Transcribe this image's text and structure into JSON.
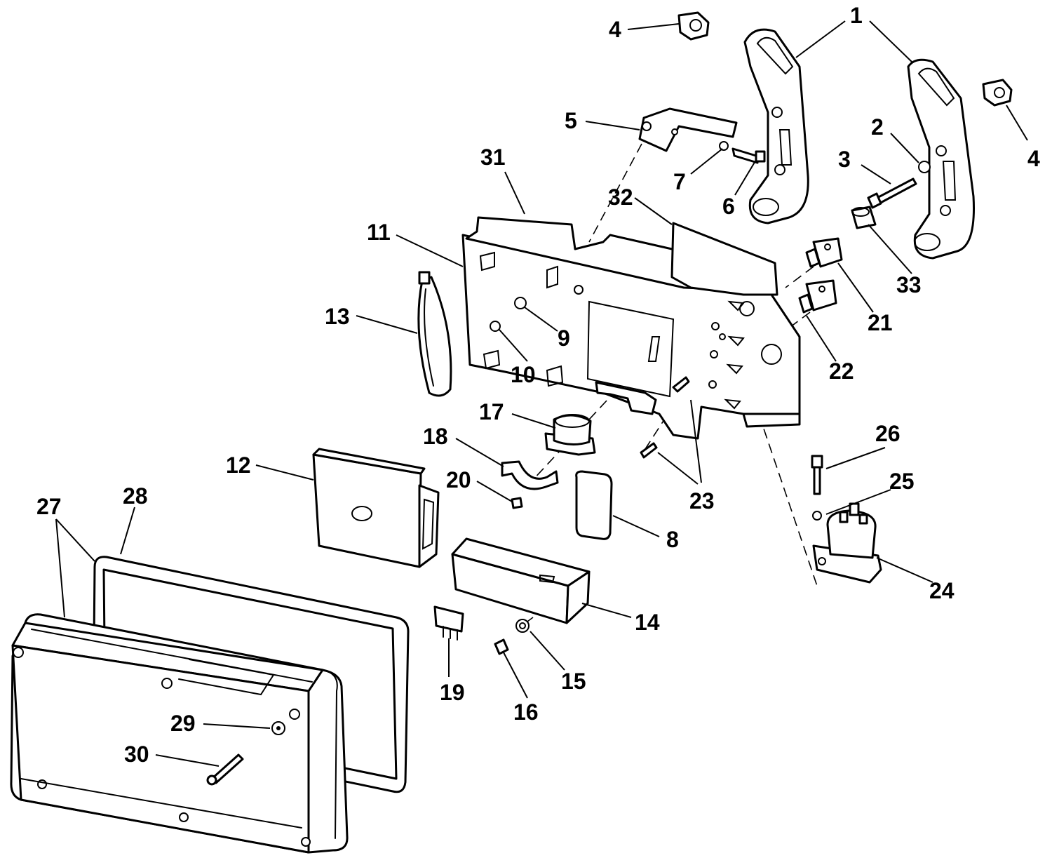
{
  "diagram": {
    "callouts": [
      {
        "id": "c1",
        "text": "1"
      },
      {
        "id": "c2",
        "text": "2"
      },
      {
        "id": "c3",
        "text": "3"
      },
      {
        "id": "c4a",
        "text": "4"
      },
      {
        "id": "c4b",
        "text": "4"
      },
      {
        "id": "c5",
        "text": "5"
      },
      {
        "id": "c6",
        "text": "6"
      },
      {
        "id": "c7",
        "text": "7"
      },
      {
        "id": "c8",
        "text": "8"
      },
      {
        "id": "c9",
        "text": "9"
      },
      {
        "id": "c10",
        "text": "10"
      },
      {
        "id": "c11",
        "text": "11"
      },
      {
        "id": "c12",
        "text": "12"
      },
      {
        "id": "c13",
        "text": "13"
      },
      {
        "id": "c14",
        "text": "14"
      },
      {
        "id": "c15",
        "text": "15"
      },
      {
        "id": "c16",
        "text": "16"
      },
      {
        "id": "c17",
        "text": "17"
      },
      {
        "id": "c18",
        "text": "18"
      },
      {
        "id": "c19",
        "text": "19"
      },
      {
        "id": "c20",
        "text": "20"
      },
      {
        "id": "c21",
        "text": "21"
      },
      {
        "id": "c22",
        "text": "22"
      },
      {
        "id": "c23",
        "text": "23"
      },
      {
        "id": "c24",
        "text": "24"
      },
      {
        "id": "c25",
        "text": "25"
      },
      {
        "id": "c26",
        "text": "26"
      },
      {
        "id": "c27",
        "text": "27"
      },
      {
        "id": "c28",
        "text": "28"
      },
      {
        "id": "c29",
        "text": "29"
      },
      {
        "id": "c30",
        "text": "30"
      },
      {
        "id": "c31",
        "text": "31"
      },
      {
        "id": "c32",
        "text": "32"
      },
      {
        "id": "c33",
        "text": "33"
      }
    ]
  }
}
